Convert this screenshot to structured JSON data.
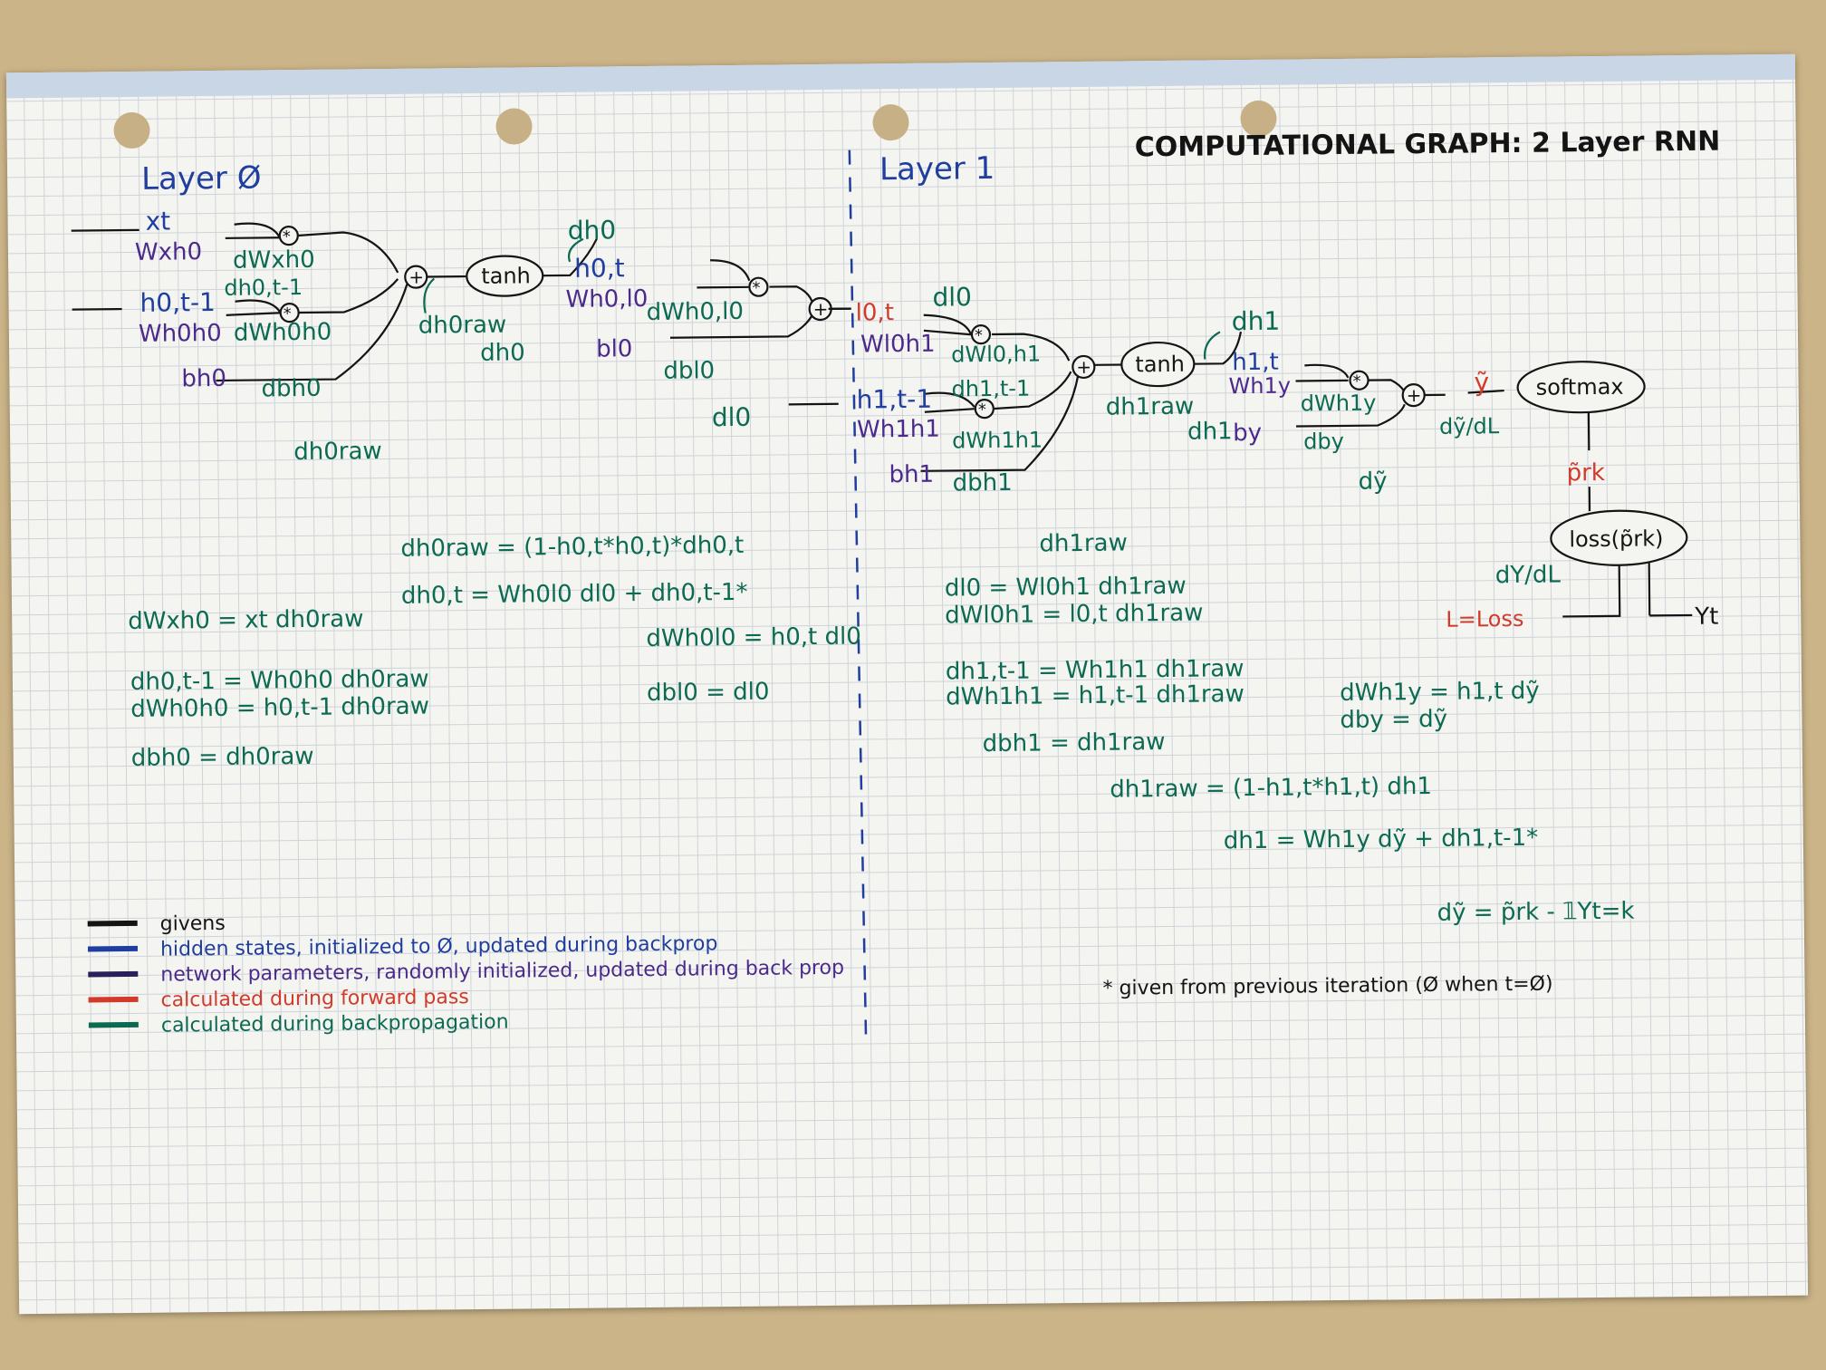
{
  "title": "COMPUTATIONAL GRAPH: 2 Layer RNN",
  "layers": {
    "layer0": "Layer Ø",
    "layer1": "Layer 1"
  },
  "colors": {
    "givens": "#141414",
    "hidden": "#1f3ea0",
    "params": "#4b2a8c",
    "forward": "#d23a2c",
    "backprop": "#0d6a52"
  },
  "layer0_graph": {
    "xt": "xt",
    "wxh0": "Wxh0",
    "dwxh0": "dWxh0",
    "h0tm1": "h0,t-1",
    "wh0h0": "Wh0h0",
    "dh0tm1": "dh0,t-1",
    "dwh0h0": "dWh0h0",
    "bh0": "bh0",
    "dbh0": "dbh0",
    "tanh": "tanh",
    "dh0raw": "dh0raw",
    "dh0_under": "dh0",
    "dh0_top": "dh0",
    "h0t": "h0,t",
    "wh0l0": "Wh0,l0",
    "dwh0l0": "dWh0,l0",
    "bl0": "bl0",
    "dbl0": "dbl0",
    "dl0_side": "dl0",
    "dh0raw_side": "dh0raw",
    "plus": "+",
    "times": "*"
  },
  "layer1_graph": {
    "l0t": "l0,t",
    "wl0h1": "Wl0h1",
    "dl0_top": "dl0",
    "dwl0h1": "dWl0,h1",
    "h1tm1": "h1,t-1",
    "wh1h1": "Wh1h1",
    "dh1tm1": "dh1,t-1",
    "dwh1h1": "dWh1h1",
    "bh1": "bh1",
    "dbh1": "dbh1",
    "tanh": "tanh",
    "dh1raw": "dh1raw",
    "dh1_under": "dh1",
    "dh1_top": "dh1",
    "h1t": "h1,t",
    "wh1y": "Wh1y",
    "dwh1y": "dWh1y",
    "by": "by",
    "dby": "dby",
    "dy_side": "dỹ",
    "dh1raw_side": "dh1raw",
    "ytilde": "ỹ",
    "dy_dl": "dỹ/dL",
    "softmax": "softmax",
    "prk": "p̃rk",
    "loss": "loss(p̃rk)",
    "dy_dl2": "dY/dL",
    "Lloss": "L=Loss",
    "yt": "Yt"
  },
  "equations_left": [
    "dh0raw = (1-h0,t*h0,t)*dh0,t",
    "dh0,t = Wh0l0 dl0 + dh0,t-1*",
    "dWxh0 = xt dh0raw",
    "dh0,t-1 = Wh0h0 dh0raw",
    "dWh0h0 = h0,t-1 dh0raw",
    "dbh0 = dh0raw",
    "dWh0l0 = h0,t dl0",
    "dbl0 = dl0"
  ],
  "equations_right": [
    "dl0 = Wl0h1 dh1raw",
    "dWl0h1 = l0,t dh1raw",
    "dh1,t-1 = Wh1h1 dh1raw",
    "dWh1h1 = h1,t-1 dh1raw",
    "dbh1 = dh1raw",
    "dWh1y = h1,t dỹ",
    "dby = dỹ",
    "dh1raw = (1-h1,t*h1,t) dh1",
    "dh1 = Wh1y dỹ + dh1,t-1*",
    "dỹ = p̃rk - 𝟙Yt=k"
  ],
  "legend": [
    "givens",
    "hidden states, initialized to Ø, updated during backprop",
    "network parameters, randomly initialized, updated during back prop",
    "calculated during forward pass",
    "calculated during backpropagation"
  ],
  "footnote": "* given from previous iteration (Ø when t=Ø)"
}
